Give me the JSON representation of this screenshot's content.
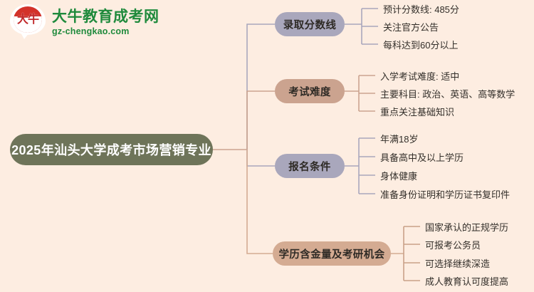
{
  "logo": {
    "mark_text": "大牛",
    "title": "大牛教育成考网",
    "subtitle": "gz-chengkao.com",
    "brand_color": "#1F8A3C",
    "mark_color": "#D3322A"
  },
  "mindmap": {
    "root": {
      "label": "2025年汕头大学成考市场营销专业",
      "color": "#6E7459",
      "text_color": "#FFFFFF"
    },
    "branches": [
      {
        "label": "录取分数线",
        "color": "#A9A7BC",
        "leaves": [
          "预计分数线: 485分",
          "关注官方公告",
          "每科达到60分以上"
        ]
      },
      {
        "label": "考试难度",
        "color": "#CBA38F",
        "leaves": [
          "入学考试难度: 适中",
          "主要科目: 政治、英语、高等数学",
          "重点关注基础知识"
        ]
      },
      {
        "label": "报名条件",
        "color": "#A9A7BC",
        "leaves": [
          "年满18岁",
          "具备高中及以上学历",
          "身体健康",
          "准备身份证明和学历证书复印件"
        ]
      },
      {
        "label": "学历含金量及考研机会",
        "color": "#D4AB92",
        "leaves": [
          "国家承认的正规学历",
          "可报考公务员",
          "可选择继续深造",
          "成人教育认可度提高"
        ]
      }
    ]
  },
  "canvas": {
    "background": "#FDEDE1"
  }
}
